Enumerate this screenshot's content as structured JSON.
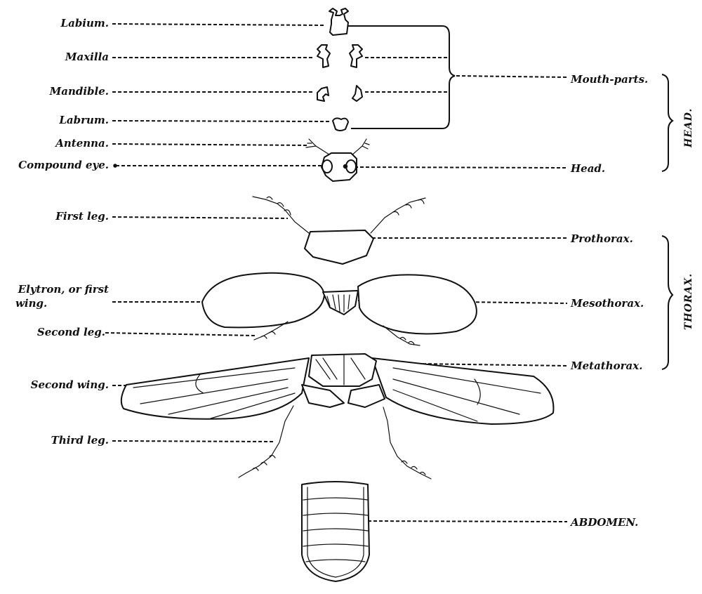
{
  "labels": {
    "labium": "Labium.",
    "maxilla": "Maxilla",
    "mandible": "Mandible.",
    "labrum": "Labrum.",
    "antenna": "Antenna.",
    "compound_eye": "Compound eye.",
    "first_leg": "First  leg.",
    "elytron_line1": "Elytron, or first",
    "elytron_line2": "wing.",
    "second_leg": "Second leg.",
    "second_wing": "Second wing.",
    "third_leg": "Third leg."
  },
  "regions": {
    "mouth_parts": "Mouth-parts.",
    "head": "Head.",
    "prothorax": "Prothorax.",
    "mesothorax": "Mesothorax.",
    "metathorax": "Metathorax.",
    "abdomen": "ABDOMEN."
  },
  "groups": {
    "head": "HEAD.",
    "thorax": "THORAX."
  }
}
